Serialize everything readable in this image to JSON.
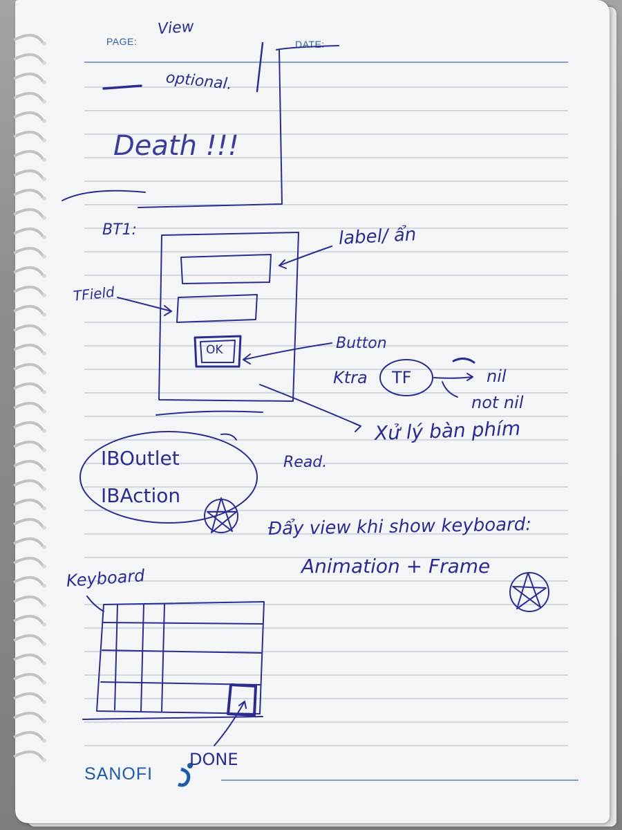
{
  "header": {
    "page_label": "PAGE:",
    "page_value": "View",
    "date_label": "DATE:"
  },
  "brand": {
    "name": "SANOFI"
  },
  "notes": {
    "optional": "optional.",
    "death": "Death !!!",
    "bt1": "BT1:",
    "label_an": "label/ ẩn",
    "tfield": "TField",
    "ok": "OK",
    "button": "Button",
    "check_tf": "Ktra",
    "tf": "TF",
    "nil": "nil",
    "not_nil": "not nil",
    "keyboard_handling": "Xử lý bàn phím",
    "iboutlet": "IBOutlet",
    "ibaction": "IBAction",
    "read": "Read.",
    "push_view": "Đẩy view khi show keyboard:",
    "animation_frame": "Animation + Frame",
    "keyboard": "Keyboard",
    "done": "DONE"
  },
  "colors": {
    "ink": "#2a2d8f",
    "print_blue": "#2a5fa8",
    "paper": "#f4f5f7"
  }
}
